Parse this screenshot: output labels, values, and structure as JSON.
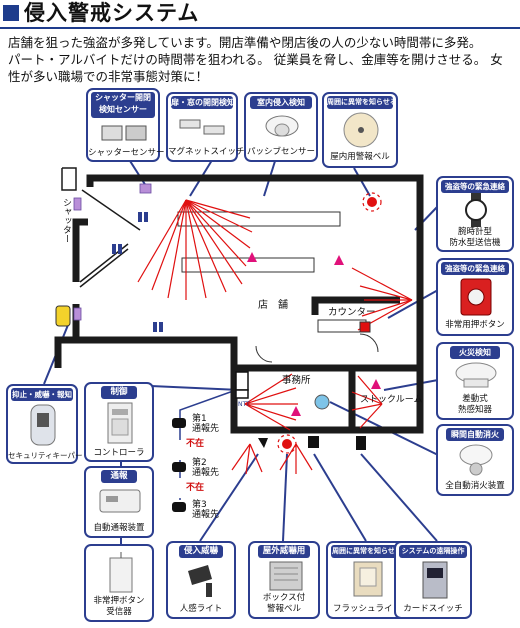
{
  "header": {
    "title": "侵入警戒システム"
  },
  "intro": {
    "line1": "店舗を狙った強盗が多発しています。開店準備や閉店後の人の少ない時間帯に多発。",
    "line2": "パート・アルバイトだけの時間帯を狙われる。 従業員を脅し、金庫等を開けさせる。 女",
    "line3": "性が多い職場での非常事態対策に！"
  },
  "devices": {
    "shutter_sensor": {
      "caption": "シャッター開閉\n検知センサー",
      "label": "シャッターセンサー"
    },
    "magnet_switch": {
      "caption": "扉・窓の開閉検知",
      "label": "マグネットスイッチ"
    },
    "passive_sensor": {
      "caption": "室内侵入検知",
      "label": "パッシブセンサー"
    },
    "indoor_bell": {
      "caption": "周囲に異常を知らせる",
      "label": "屋内用警報ベル"
    },
    "wristwatch": {
      "caption": "強盗等の緊急連絡",
      "label1": "腕時計型",
      "label2": "防水型送信機"
    },
    "panic_button": {
      "caption": "強盗等の緊急連絡",
      "label": "非常用押ボタン"
    },
    "heat_detector": {
      "caption": "火災検知",
      "label1": "差動式",
      "label2": "熱感知器"
    },
    "extinguisher": {
      "caption": "瞬間自動消火",
      "label": "全自動消火装置"
    },
    "security_keeper": {
      "caption": "抑止・威嚇・報知",
      "label": "セキュリティキーパー"
    },
    "controller": {
      "caption": "制御",
      "label": "コントローラ"
    },
    "auto_notify": {
      "caption": "通報",
      "label": "自動通報装置"
    },
    "receiver": {
      "label1": "非常押ボタン",
      "label2": "受信器"
    },
    "motion_light": {
      "caption": "侵入威嚇",
      "label": "人感ライト"
    },
    "box_bell": {
      "caption": "屋外威嚇用",
      "label1": "ボックス付",
      "label2": "警報ベル"
    },
    "flash_light": {
      "caption": "周囲に異常を知らせる",
      "label": "フラッシュライト"
    },
    "card_switch": {
      "caption": "システムの遠隔操作",
      "label": "カードスイッチ"
    }
  },
  "floorplan": {
    "shutter": "シャッター",
    "store": "店　舗",
    "counter": "カウンター",
    "office": "事務所",
    "stockroom": "ストックルーム"
  },
  "notify": {
    "c1": "第1\n通報先",
    "c2": "第2\n通報先",
    "c3": "第3\n通報先",
    "absent": "不在",
    "ntt": "NTT"
  },
  "colors": {
    "accent": "#2c3e8f",
    "alarm_red": "#e01010",
    "marker": "#e0117a"
  }
}
